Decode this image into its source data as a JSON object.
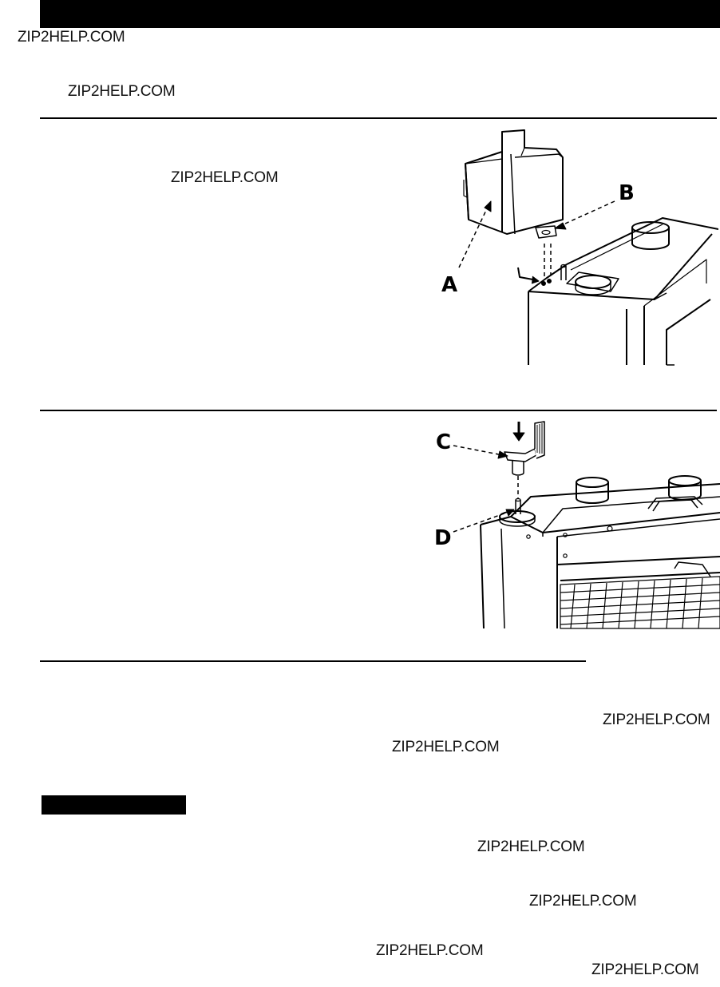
{
  "watermarks": [
    "ZIP2HELP.COM",
    "ZIP2HELP.COM",
    "ZIP2HELP.COM",
    "ZIP2HELP.COM",
    "ZIP2HELP.COM",
    "ZIP2HELP.COM",
    "ZIP2HELP.COM",
    "ZIP2HELP.COM",
    "ZIP2HELP.COM"
  ],
  "figure1": {
    "labels": {
      "a": "A",
      "b": "B"
    }
  },
  "figure2": {
    "labels": {
      "c": "C",
      "d": "D"
    }
  }
}
